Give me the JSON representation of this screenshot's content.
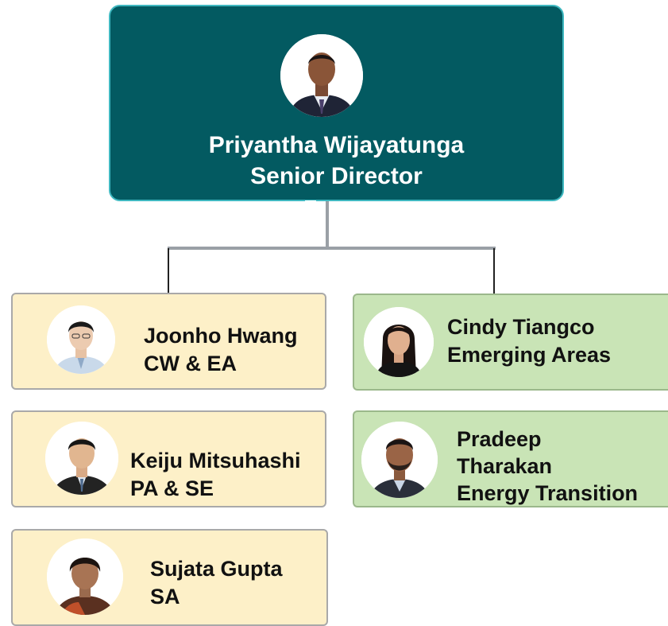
{
  "head": {
    "name": "Priyantha Wijayatunga",
    "title": "Senior Director"
  },
  "members": [
    {
      "name": "Joonho Hwang",
      "role": "CW & EA"
    },
    {
      "name": "Keiju Mitsuhashi",
      "role": "PA & SE"
    },
    {
      "name": "Sujata Gupta",
      "role": "SA"
    },
    {
      "name": "Cindy Tiangco",
      "role": "Emerging Areas"
    },
    {
      "name_line1": "Pradeep",
      "name_line2": "Tharakan",
      "role": "Energy Transition"
    }
  ],
  "colors": {
    "head_box": "#035a61",
    "head_border": "#3fb8c0",
    "left_boxes": "#fdf0c8",
    "right_boxes": "#c9e4b6"
  }
}
